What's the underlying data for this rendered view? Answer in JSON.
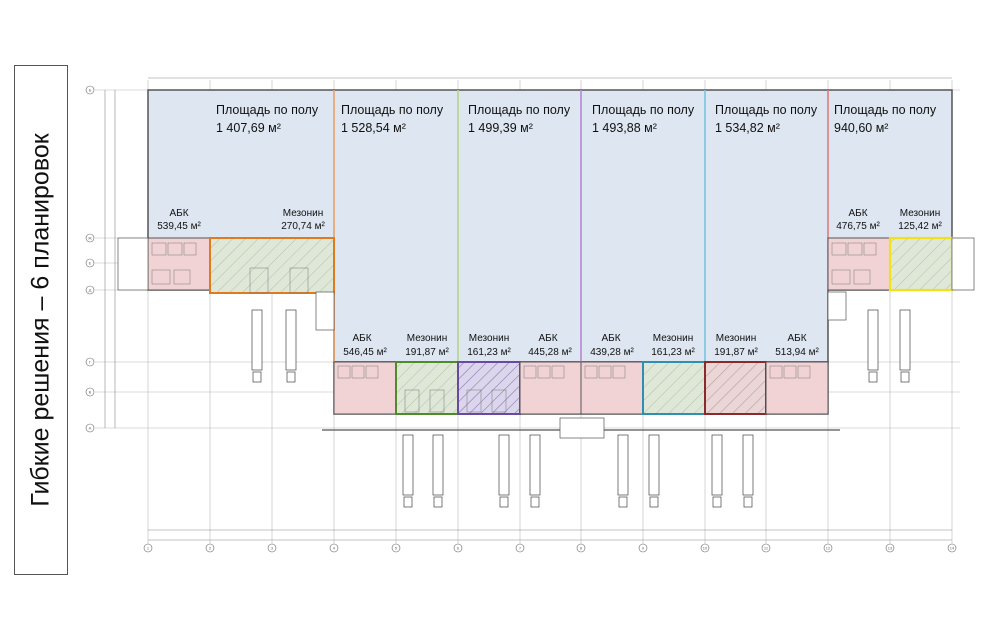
{
  "side_title": "Гибкие решения – 6 планировок",
  "colors": {
    "hall": "#dde6f1",
    "abk": "#f2d3d5",
    "wall": "#555555",
    "grid": "#9a9a9a",
    "div_orange": "#e8a06a",
    "div_green": "#b5d48a",
    "div_purple": "#b38ad0",
    "div_blue": "#7cc3e0",
    "div_red": "#e07b7b",
    "mez_orange": "#e07a1f",
    "mez_green": "#4f8a2b",
    "mez_purple": "#6a4aa0",
    "mez_blue": "#2e8fb0",
    "mez_darkred": "#8a2b2b",
    "mez_yellow": "#f1e11a"
  },
  "halls": [
    {
      "label": "Площадь по полу",
      "area": "1 407,69 м²"
    },
    {
      "label": "Площадь по полу",
      "area": "1 528,54 м²"
    },
    {
      "label": "Площадь по полу",
      "area": "1 499,39 м²"
    },
    {
      "label": "Площадь по полу",
      "area": "1 493,88 м²"
    },
    {
      "label": "Площадь по полу",
      "area": "1 534,82 м²"
    },
    {
      "label": "Площадь по полу",
      "area": "940,60 м²"
    }
  ],
  "upper_rooms": {
    "abk_left": {
      "label": "АБК",
      "area": "539,45 м²"
    },
    "mez_left": {
      "label": "Мезонин",
      "area": "270,74 м²"
    },
    "abk_right": {
      "label": "АБК",
      "area": "476,75 м²"
    },
    "mez_right": {
      "label": "Мезонин",
      "area": "125,42 м²"
    }
  },
  "lower_rooms": [
    {
      "label": "АБК",
      "area": "546,45 м²"
    },
    {
      "label": "Мезонин",
      "area": "191,87 м²"
    },
    {
      "label": "Мезонин",
      "area": "161,23 м²"
    },
    {
      "label": "АБК",
      "area": "445,28 м²"
    },
    {
      "label": "АБК",
      "area": "439,28 м²"
    },
    {
      "label": "Мезонин",
      "area": "161,23 м²"
    },
    {
      "label": "Мезонин",
      "area": "191,87 м²"
    },
    {
      "label": "АБК",
      "area": "513,94 м²"
    }
  ],
  "axes": [
    "1",
    "2",
    "3",
    "4",
    "5",
    "6",
    "7",
    "8",
    "9",
    "10",
    "11",
    "12",
    "13",
    "14"
  ],
  "row_axes": [
    "Б",
    "Ж",
    "Е",
    "Д",
    "Г",
    "В",
    "А"
  ]
}
